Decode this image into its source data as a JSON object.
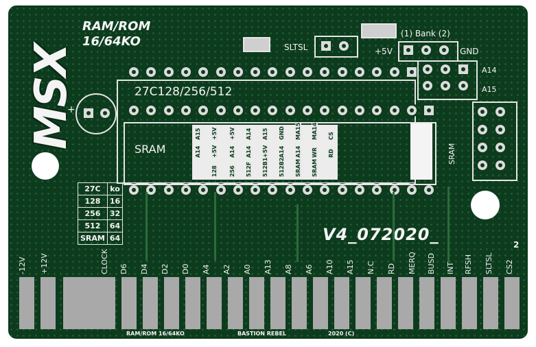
{
  "logo": {
    "text": "MSX"
  },
  "title": {
    "line1": "RAM/ROM",
    "line2": "16/64KO"
  },
  "slot_label": "SLTSL",
  "bank": {
    "label": "(1) Bank (2)",
    "plus5v": "+5V",
    "gnd": "GND",
    "a14": "A14",
    "a15": "A15"
  },
  "chip_label": "27C128/256/512",
  "sram_label": "SRAM",
  "sram_vertical": "SRAM",
  "version": "V4_072020_",
  "corner_number": "2",
  "size_table": [
    [
      "27C",
      "ko"
    ],
    [
      "128",
      "16"
    ],
    [
      "256",
      "32"
    ],
    [
      "512",
      "64"
    ],
    [
      "SRAM",
      "64"
    ]
  ],
  "chip_columns": [
    {
      "top": "A15",
      "bottom": "A14"
    },
    {
      "top": "+5V",
      "bottom": "+5V"
    },
    {
      "top": "+5V",
      "bottom": "A14"
    },
    {
      "top": "A14",
      "bottom": "A14"
    },
    {
      "top": "A15",
      "bottom": "+5V"
    }
  ],
  "chip_rows": [
    [
      "128",
      "256",
      "512F",
      "512B1",
      "512B2"
    ],
    [
      "GND",
      "A14",
      "A14"
    ],
    [
      "MA15",
      "MA14",
      "CS"
    ],
    [
      "SRAM",
      "SRAM",
      "WR",
      "RD"
    ]
  ],
  "edge_labels": [
    "-12V",
    "+12V",
    "CLOCK",
    "D6",
    "D4",
    "D2",
    "D0",
    "A4",
    "A2",
    "A0",
    "A13",
    "A8",
    "A6",
    "A10",
    "A15",
    "N.C",
    "RD",
    "MERQ",
    "BUSD",
    "INT",
    "RFSH",
    "SLTSL",
    "CS2"
  ],
  "footer": {
    "left": "RAM/ROM 16/64KO",
    "middle": "BASTION REBEL",
    "right": "2020 (C)"
  },
  "colors": {
    "board": "#0d3b1e",
    "silk": "#e6e6e6",
    "gold": "#a9a9a9"
  }
}
